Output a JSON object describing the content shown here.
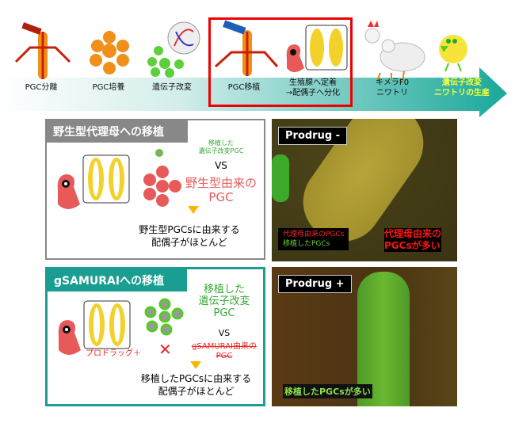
{
  "process": {
    "steps": [
      {
        "label": "PGC分離"
      },
      {
        "label": "PGC培養"
      },
      {
        "label": "遺伝子改変"
      },
      {
        "label": "PGC移植"
      },
      {
        "label": "生殖腺へ定着\n→配偶子へ分化"
      },
      {
        "label": "キメラF0\nニワトリ"
      },
      {
        "label": "遺伝子改変\nニワトリの生産"
      }
    ],
    "highlight_color": "#e00000",
    "arrow_color": "#1aa89a"
  },
  "panel_wild": {
    "title": "野生型代理母への移植",
    "transplanted_label": "移植した\n遺伝子改変PGC",
    "vs": "VS",
    "wild_label": "野生型由来の\nPGC",
    "result": "野生型PGCsに由来する\n配偶子がほとんど",
    "border_color": "#888888"
  },
  "panel_samurai": {
    "title": "gSAMURAIへの移植",
    "transplanted_label": "移植した\n遺伝子改変\nPGC",
    "vs": "VS",
    "prodrug": "プロドラッグ＋",
    "host_label": "gSAMURAI由来の\nPGC",
    "result": "移植したPGCsに由来する\n配偶子がほとんど",
    "border_color": "#1a9e92"
  },
  "photo_minus": {
    "label": "Prodrug -",
    "legend_red": "代理母由来のPGCs",
    "legend_green": "移植したPGCs",
    "note": "代理母由来の\nPGCsが多い"
  },
  "photo_plus": {
    "label": "Prodrug +",
    "note": "移植したPGCsが多い"
  }
}
